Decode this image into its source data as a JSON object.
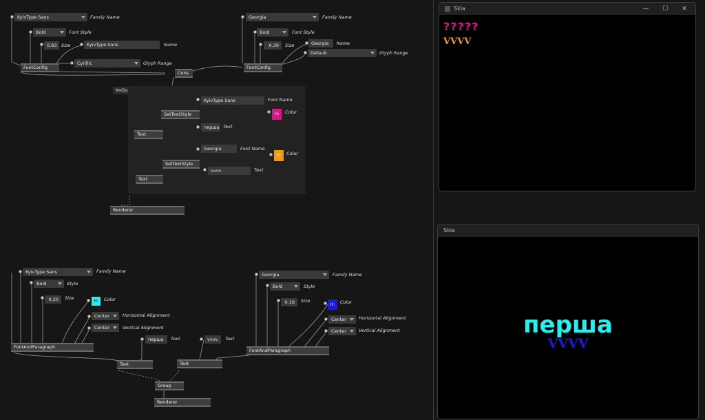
{
  "colors": {
    "canvas": "#161616",
    "magenta": "#e0118a",
    "orange": "#f29a12",
    "cyan": "#1ff3f0",
    "blue": "#1a1adf"
  },
  "graph": {
    "top_left": {
      "family_value": "KyivType Sans",
      "family_label": "Family Name",
      "style_value": "Bold",
      "style_label": "Font Style",
      "size_value": "0.83",
      "size_label": "Size",
      "name_value": "KyivType Sans",
      "name_label": "Name",
      "range_value": "Cyrillic",
      "range_label": "Glyph Range",
      "node": "FontConfig"
    },
    "top_right": {
      "family_value": "Georgia",
      "family_label": "Family Name",
      "style_value": "Bold",
      "style_label": "Font Style",
      "size_value": "0.30",
      "size_label": "Size",
      "name_value": "Georgia",
      "name_label": "Name",
      "range_value": "Default",
      "range_label": "Glyph Range",
      "node": "FontConfig"
    },
    "cons": "Cons",
    "imgui": {
      "tag": "ImGui",
      "font1_value": "KyivType Sans",
      "font1_label": "Font Name",
      "color1_label": "Color",
      "swatch_text": "H:",
      "set_style": "SetTextStyle",
      "text1_value": "перша",
      "text1_label": "Text",
      "text_node": "Text",
      "font2_value": "Georgia",
      "font2_label": "Font Name",
      "color2_label": "Color",
      "text2_value": "vvvv",
      "text2_label": "Text"
    },
    "renderer": "Renderer",
    "bottom_left": {
      "family_value": "KyivType Sans",
      "family_label": "Family Name",
      "style_value": "Bold",
      "style_label": "Style",
      "size_value": "0.20",
      "size_label": "Size",
      "color_label": "Color",
      "halign_value": "Center",
      "halign_label": "Horizontal Alignment",
      "valign_value": "Center",
      "valign_label": "Vertical Alignment",
      "node": "FontAndParagraph"
    },
    "bottom_right": {
      "family_value": "Georgia",
      "family_label": "Family Name",
      "style_value": "Bold",
      "style_label": "Style",
      "size_value": "0.16",
      "size_label": "Size",
      "color_label": "Color",
      "halign_value": "Center",
      "halign_label": "Horizontal Alignment",
      "valign_value": "Center",
      "valign_label": "Vertical Alignment",
      "node": "FontAndParagraph"
    },
    "text_a_value": "перша",
    "text_a_label": "Text",
    "text_b_value": "vvvv",
    "text_b_label": "Text",
    "text_node": "Text",
    "group": "Group"
  },
  "windows": {
    "top": {
      "title": "Skia",
      "line1": "?????",
      "line2": "VVVV"
    },
    "bottom": {
      "title": "Skia",
      "line1": "перша",
      "line2": "VVVV"
    }
  }
}
